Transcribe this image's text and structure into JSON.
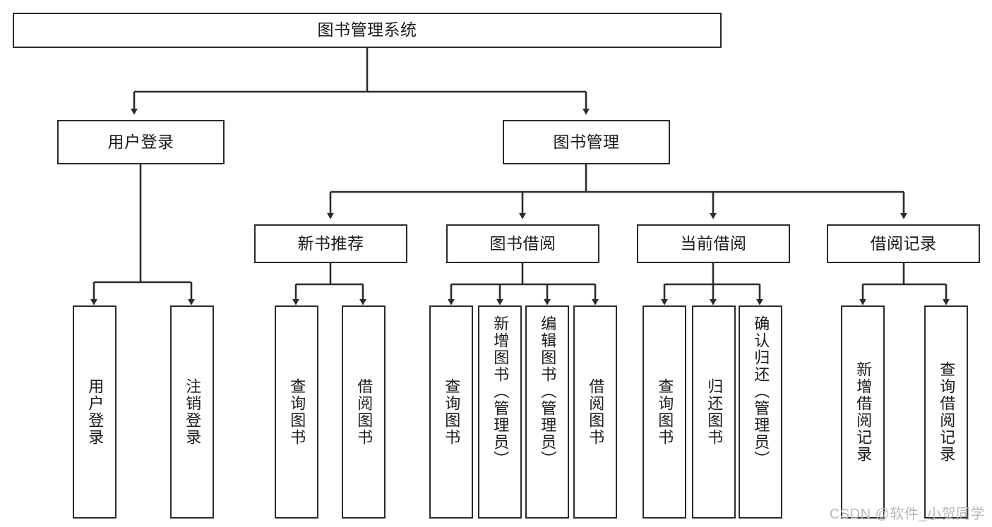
{
  "diagram": {
    "type": "tree",
    "title": "图书管理系统",
    "orientation": "top-down",
    "colors": {
      "box_border": "#2b2b2b",
      "box_fill": "#ffffff",
      "edge": "#2b2b2b",
      "text": "#1b1b1b",
      "watermark": "#b8b8b8"
    },
    "nodes": {
      "root": {
        "label": "图书管理系统"
      },
      "level2": [
        {
          "label": "用户登录"
        },
        {
          "label": "图书管理"
        }
      ],
      "level3": [
        {
          "label": "新书推荐"
        },
        {
          "label": "图书借阅"
        },
        {
          "label": "当前借阅"
        },
        {
          "label": "借阅记录"
        }
      ],
      "leaves": {
        "user_login": [
          {
            "label": "用户登录"
          },
          {
            "label": "注销登录"
          }
        ],
        "new_book_recommend": [
          {
            "label": "查询图书"
          },
          {
            "label": "借阅图书"
          }
        ],
        "book_borrow": [
          {
            "label": "查询图书"
          },
          {
            "label": "新增图书（管理员）"
          },
          {
            "label": "编辑图书（管理员）"
          },
          {
            "label": "借阅图书"
          }
        ],
        "current_borrow": [
          {
            "label": "查询图书"
          },
          {
            "label": "归还图书"
          },
          {
            "label": "确认归还（管理员）"
          }
        ],
        "borrow_record": [
          {
            "label": "新增借阅记录"
          },
          {
            "label": "查询借阅记录"
          }
        ]
      }
    }
  },
  "watermark": {
    "text": "CSDN @软件_小贺同学"
  }
}
